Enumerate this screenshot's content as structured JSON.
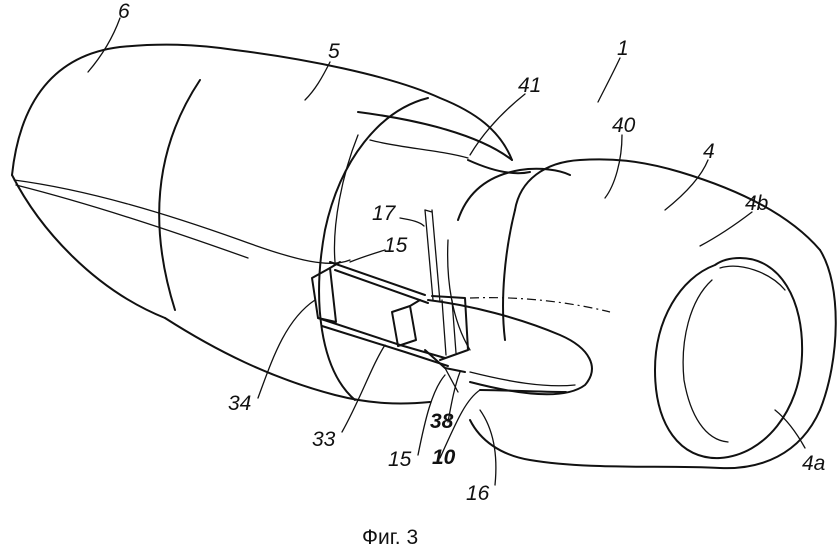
{
  "figure": {
    "caption": "Фиг. 3",
    "labels": {
      "l6": "6",
      "l5": "5",
      "l1": "1",
      "l41": "41",
      "l40": "40",
      "l4": "4",
      "l4b": "4b",
      "l17": "17",
      "l15a": "15",
      "l34": "34",
      "l33": "33",
      "l15b": "15",
      "l38": "38",
      "l10": "10",
      "l16": "16",
      "l4a": "4a"
    }
  }
}
